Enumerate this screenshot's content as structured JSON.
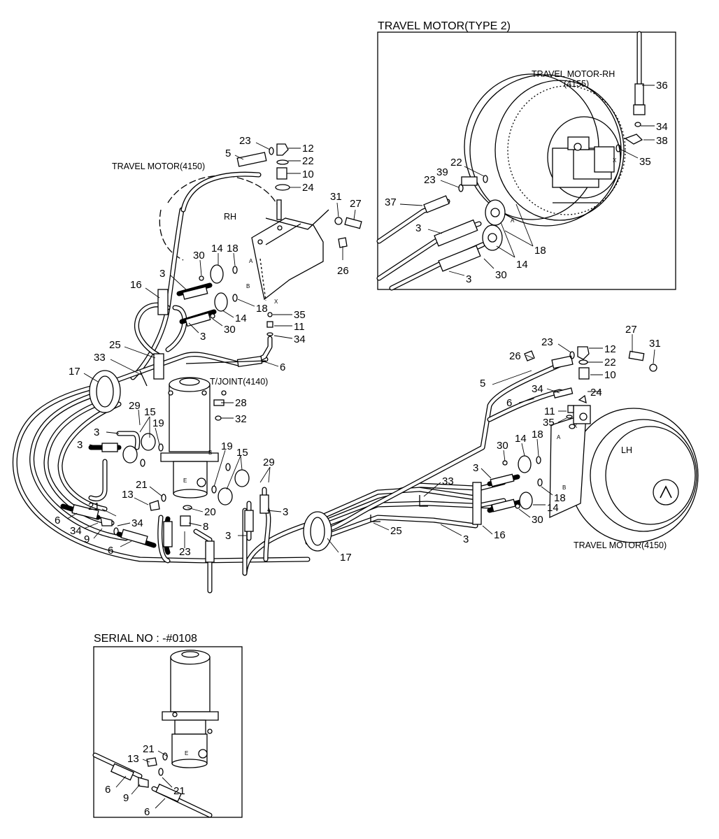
{
  "inset_type2": {
    "title": "TRAVEL MOTOR(TYPE 2)",
    "motor_label": "TRAVEL MOTOR-RH",
    "motor_code": "(4155)",
    "callouts": [
      "36",
      "34",
      "38",
      "35",
      "22",
      "39",
      "23",
      "37",
      "3",
      "18",
      "14",
      "30",
      "3"
    ]
  },
  "inset_serial": {
    "title": "SERIAL NO : -#0108",
    "callouts": [
      "21",
      "13",
      "6",
      "9",
      "21",
      "6"
    ]
  },
  "main": {
    "motor_rh_label": "TRAVEL MOTOR(4150)",
    "rh": "RH",
    "joint_label": "T/JOINT(4140)",
    "motor_lh_label": "TRAVEL MOTOR(4150)",
    "lh": "LH",
    "callouts_rh": [
      "23",
      "12",
      "5",
      "22",
      "10",
      "24",
      "31",
      "27",
      "26",
      "30",
      "14",
      "18",
      "3",
      "16",
      "18",
      "14",
      "30",
      "3",
      "35",
      "11",
      "34",
      "6"
    ],
    "callouts_center": [
      "25",
      "33",
      "17",
      "28",
      "32",
      "29",
      "15",
      "19",
      "3",
      "3",
      "19",
      "15",
      "29",
      "21",
      "13",
      "21",
      "20",
      "8",
      "3",
      "3",
      "6",
      "34",
      "9",
      "34",
      "6",
      "23",
      "17"
    ],
    "callouts_lh": [
      "27",
      "31",
      "23",
      "12",
      "26",
      "22",
      "10",
      "5",
      "24",
      "34",
      "6",
      "11",
      "35",
      "30",
      "14",
      "18",
      "3",
      "33",
      "18",
      "14",
      "30",
      "25",
      "3",
      "16"
    ]
  }
}
